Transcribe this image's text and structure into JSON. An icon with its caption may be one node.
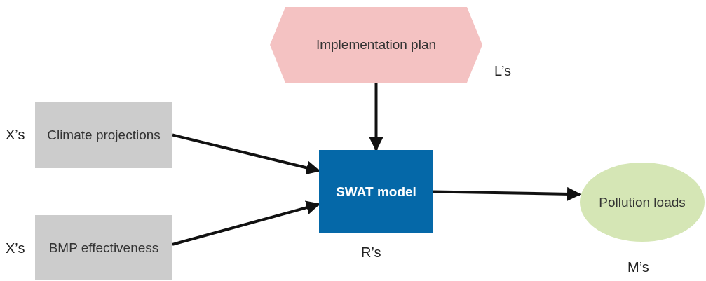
{
  "diagram": {
    "nodes": [
      {
        "text": [
          "Implementation plan"
        ],
        "beside": [
          "L’s"
        ]
      },
      {
        "text": [
          "Climate projections"
        ],
        "beside": [
          "X’s"
        ]
      },
      {
        "text": [
          "BMP effectiveness"
        ],
        "beside": [
          "X’s"
        ]
      },
      {
        "text": [
          "SWAT model"
        ],
        "beside": [
          "R’s"
        ]
      },
      {
        "text": [
          "Pollution loads"
        ],
        "beside": [
          "M’s"
        ]
      }
    ],
    "edges": [
      {
        "from": 0,
        "to": 3,
        "arrow": "to"
      },
      {
        "from": 1,
        "to": 3,
        "arrow": "to"
      },
      {
        "from": 2,
        "to": 3,
        "arrow": "to"
      },
      {
        "from": 3,
        "to": 4,
        "arrow": "to"
      }
    ]
  }
}
